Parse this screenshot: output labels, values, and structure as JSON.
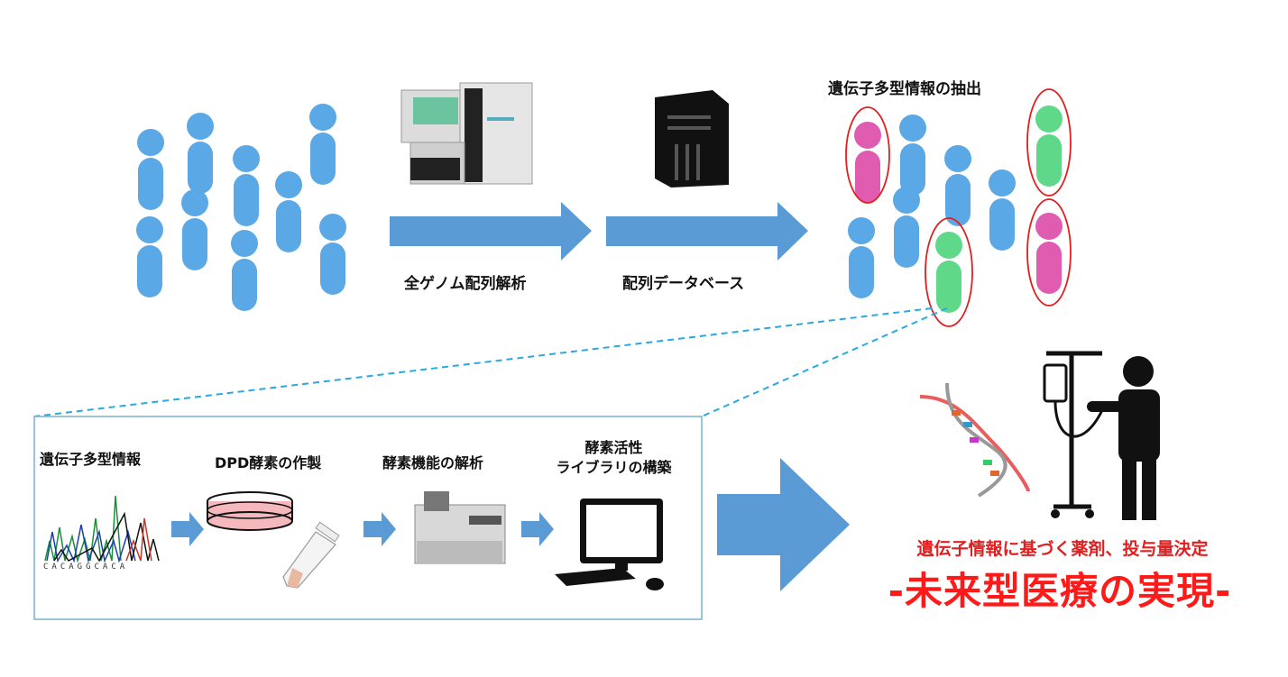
{
  "top": {
    "arrow1_label": "全ゲノム配列解析",
    "arrow2_label": "配列データベース",
    "extract_label": "遺伝子多型情報の抽出"
  },
  "panel": {
    "step1": "遺伝子多型情報",
    "step2": "DPD酵素の作製",
    "step3": "酵素機能の解析",
    "step4_line1": "酵素活性",
    "step4_line2": "ライブラリの構築",
    "dna_sequence": "CACAGGCACA"
  },
  "result": {
    "subtitle": "遺伝子情報に基づく薬剤、投与量決定",
    "title": "-未来型医療の実現-"
  },
  "colors": {
    "person_blue": "#5ba8e6",
    "person_pink": "#e05cb0",
    "person_green": "#5fd88a",
    "arrow_blue": "#5b9bd5",
    "highlight_red": "#e02020",
    "dash_blue": "#29a9e0",
    "panel_border": "#7ab0c8"
  }
}
